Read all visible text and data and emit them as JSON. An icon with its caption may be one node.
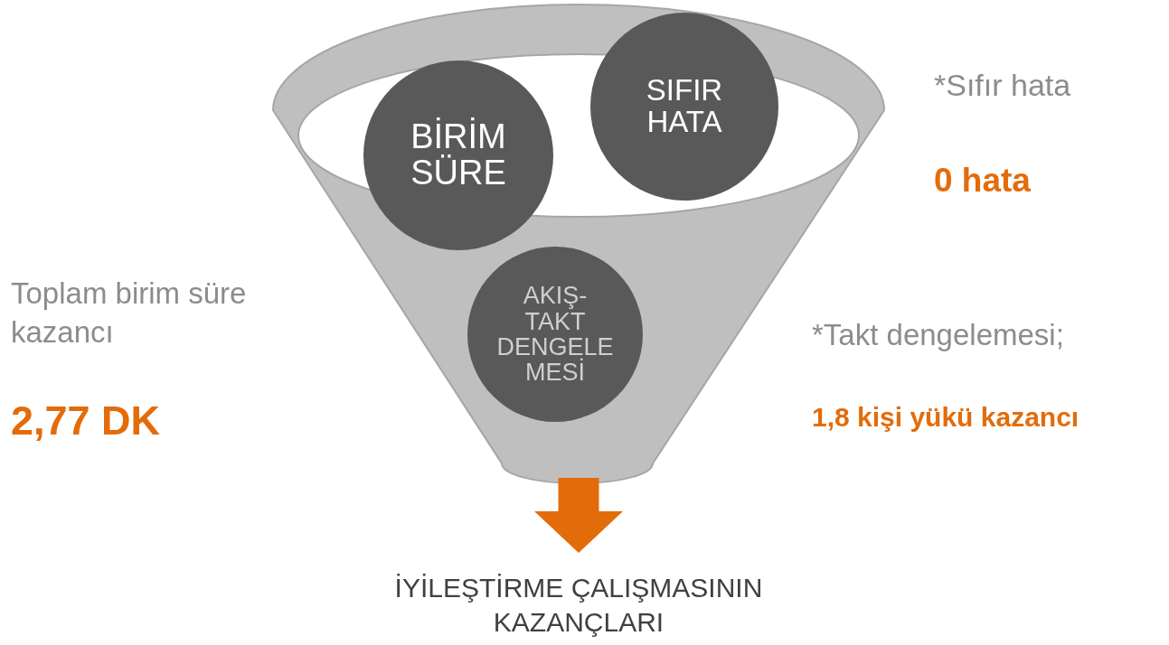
{
  "diagram": {
    "nodes": [
      {
        "text": [],
        "shape": "funnel"
      },
      {
        "text": [
          "BİRİM SÜRE"
        ],
        "in": 0
      },
      {
        "text": [
          "SIFIR HATA"
        ],
        "in": 0
      },
      {
        "text": [
          "AKIŞ-TAKT DENGELE MESİ"
        ],
        "in": 0
      },
      {
        "text": [
          "İYİLEŞTİRME ÇALIŞMASININ KAZANÇLARI"
        ]
      }
    ],
    "edges": [
      {
        "from": 0,
        "to": 4,
        "arrow": "to",
        "color": "#e36c0a"
      }
    ],
    "labels": [
      "*Sıfır hata",
      "0 hata",
      "Toplam birim süre kazancı",
      "*Takt dengelemesi;",
      "2,77 DK",
      "1,8 kişi yükü kazancı"
    ]
  }
}
